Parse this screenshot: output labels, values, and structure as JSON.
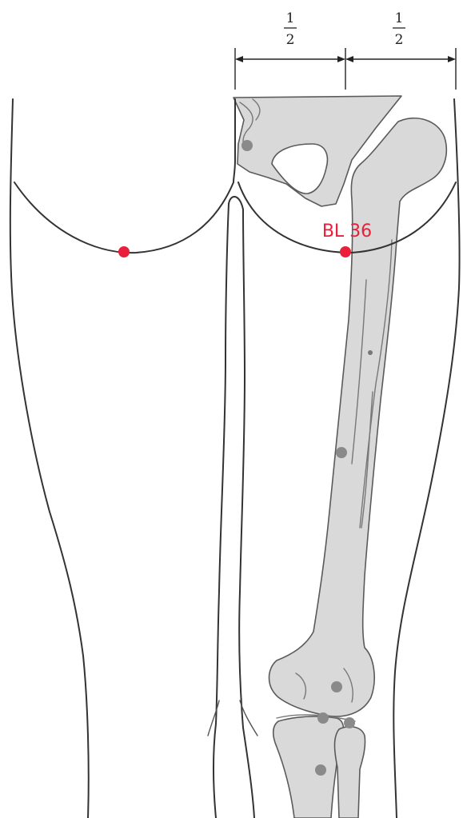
{
  "measurement": {
    "left_fraction": {
      "numerator": "1",
      "denominator": "2"
    },
    "right_fraction": {
      "numerator": "1",
      "denominator": "2"
    }
  },
  "acupoint": {
    "label": "BL 36",
    "color": "#e8203a"
  },
  "colors": {
    "bone_fill": "#d9d9d9",
    "outline": "#333333",
    "marker_gray": "#8a8a8a",
    "background": "#ffffff"
  }
}
